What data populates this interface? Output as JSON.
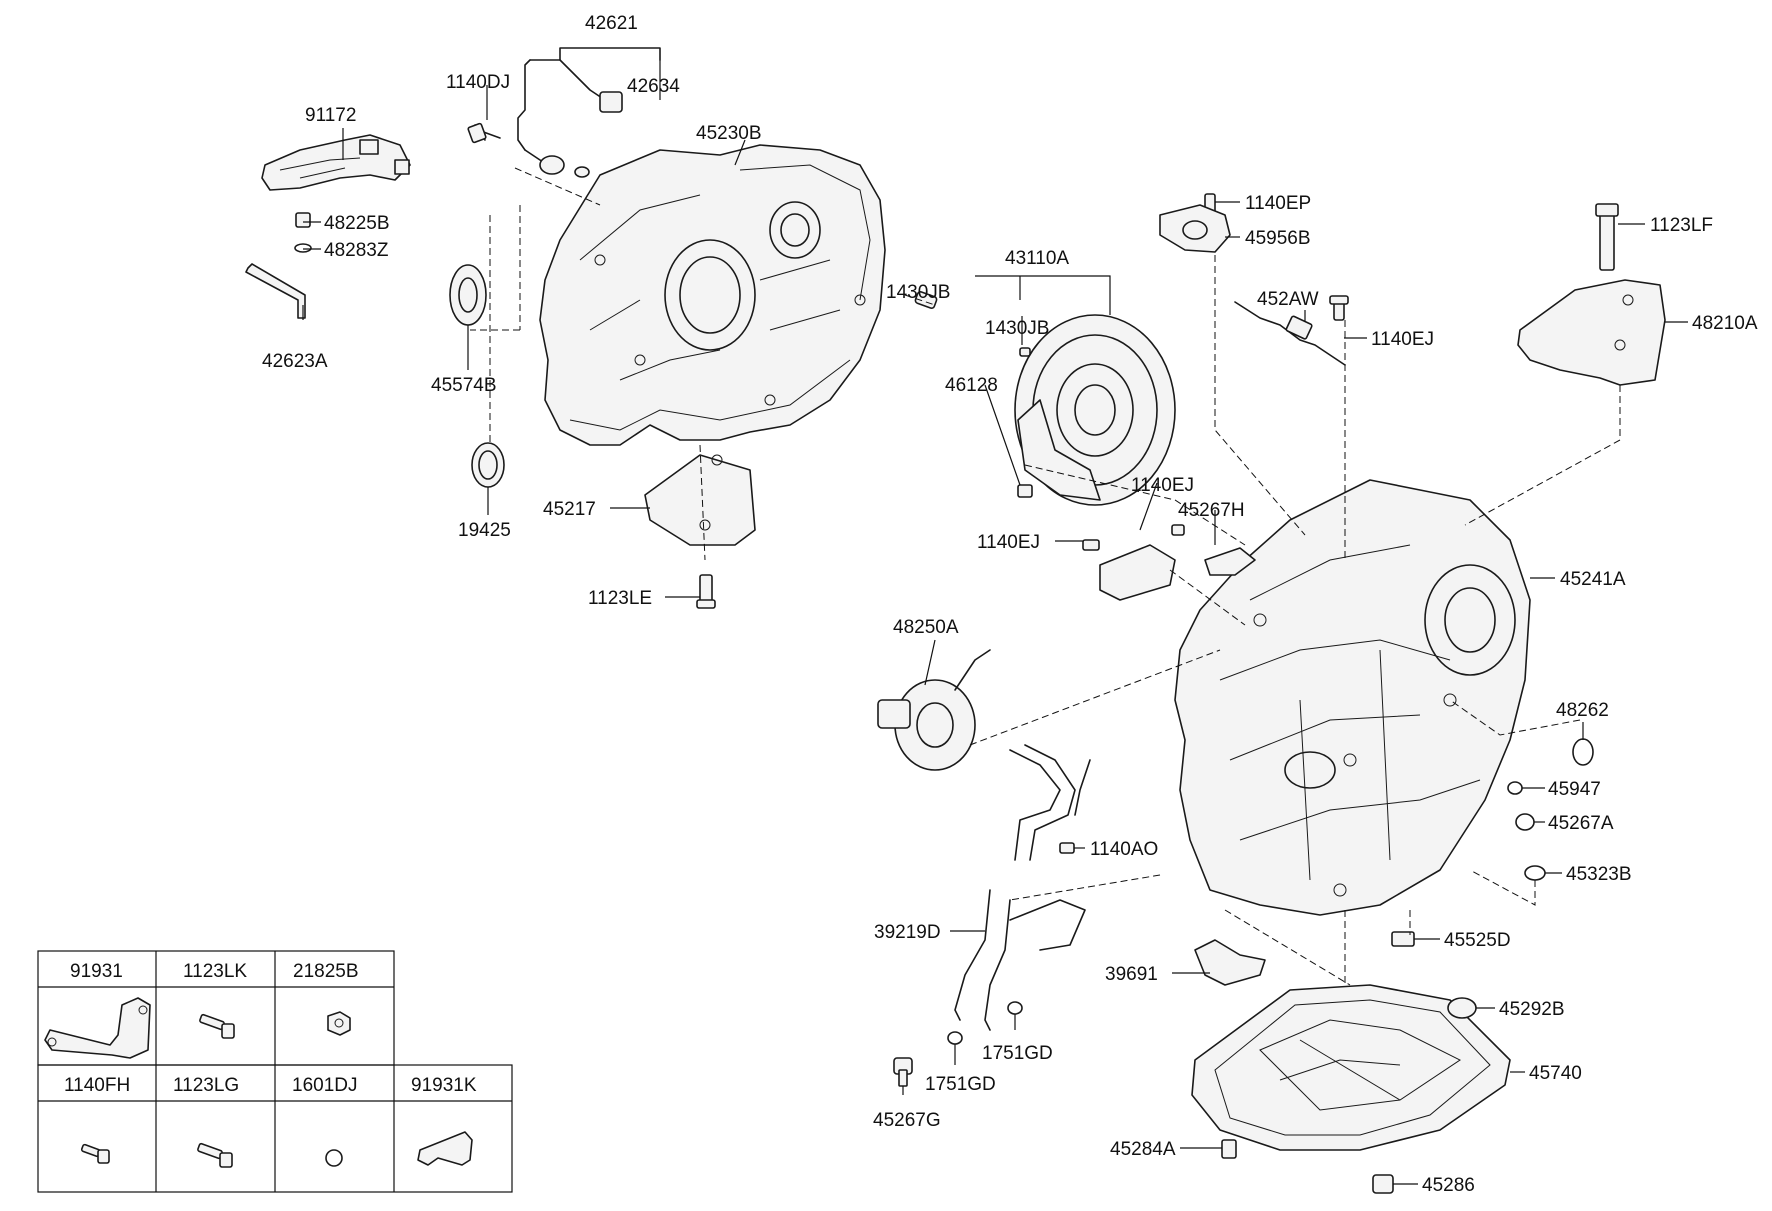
{
  "callouts": {
    "p42621": "42621",
    "p42634": "42634",
    "p1140DJ": "1140DJ",
    "p91172": "91172",
    "p48225B": "48225B",
    "p48283Z": "48283Z",
    "p42623A": "42623A",
    "p45230B": "45230B",
    "p1430JB_a": "1430JB",
    "p45574B": "45574B",
    "p19425": "19425",
    "p45217": "45217",
    "p1123LE": "1123LE",
    "p43110A": "43110A",
    "p1430JB_b": "1430JB",
    "p46128": "46128",
    "p1140EP": "1140EP",
    "p45956B": "45956B",
    "p1123LF": "1123LF",
    "p452AW": "452AW",
    "p1140EJ_a": "1140EJ",
    "p48210A": "48210A",
    "p1140EJ_b": "1140EJ",
    "p45267H": "45267H",
    "p1140EJ_c": "1140EJ",
    "p45241A": "45241A",
    "p48250A": "48250A",
    "p48262": "48262",
    "p45947": "45947",
    "p45267A": "45267A",
    "p1140AO": "1140AO",
    "p45323B": "45323B",
    "p39219D": "39219D",
    "p45525D": "45525D",
    "p39691": "39691",
    "p45292B": "45292B",
    "p1751GD_a": "1751GD",
    "p1751GD_b": "1751GD",
    "p45740": "45740",
    "p45267G": "45267G",
    "p45284A": "45284A",
    "p45286": "45286"
  },
  "parts_table": {
    "row1": [
      "91931",
      "1123LK",
      "21825B"
    ],
    "row2": [
      "1140FH",
      "1123LG",
      "1601DJ",
      "91931K"
    ]
  }
}
